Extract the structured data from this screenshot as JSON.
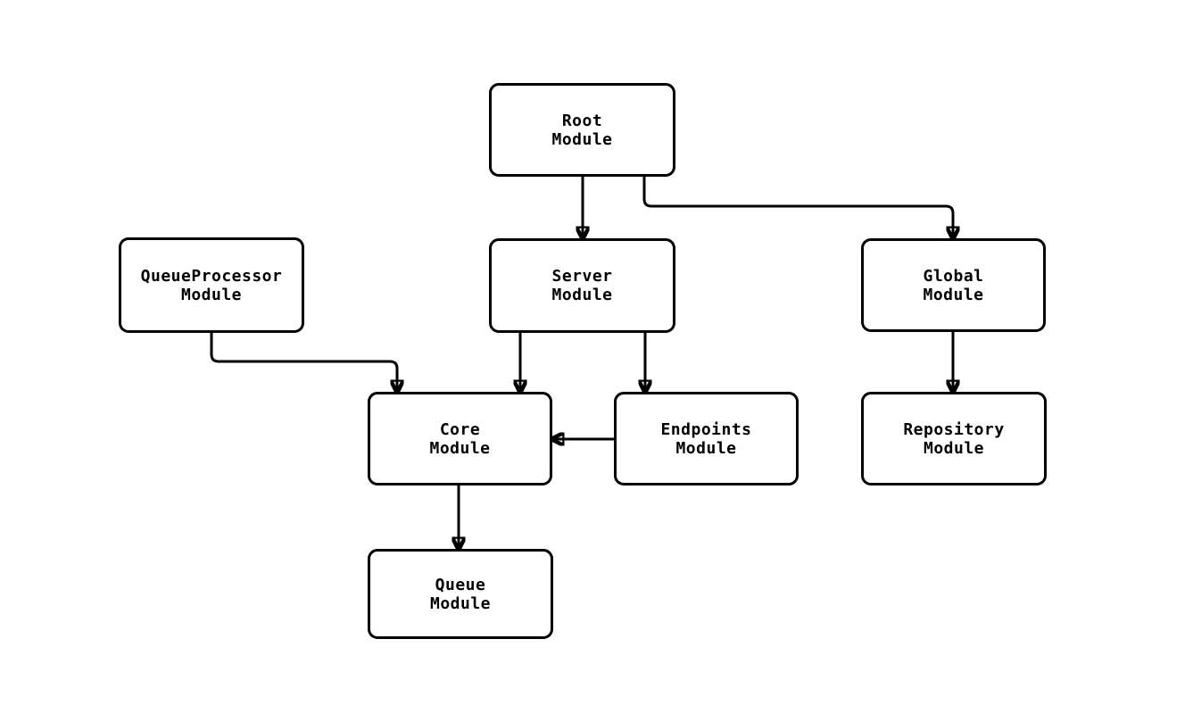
{
  "diagram": {
    "background_color": "#ffffff",
    "stroke_color": "#000000",
    "node_fill_color": "#ffffff",
    "nodes": [
      {
        "id": "root",
        "line1": "Root",
        "line2": "Module"
      },
      {
        "id": "queueprocessor",
        "line1": "QueueProcessor",
        "line2": "Module"
      },
      {
        "id": "server",
        "line1": "Server",
        "line2": "Module"
      },
      {
        "id": "global",
        "line1": "Global",
        "line2": "Module"
      },
      {
        "id": "core",
        "line1": "Core",
        "line2": "Module"
      },
      {
        "id": "endpoints",
        "line1": "Endpoints",
        "line2": "Module"
      },
      {
        "id": "repository",
        "line1": "Repository",
        "line2": "Module"
      },
      {
        "id": "queue",
        "line1": "Queue",
        "line2": "Module"
      }
    ],
    "edges": [
      {
        "from": "Root Module",
        "to": "Server Module"
      },
      {
        "from": "Root Module",
        "to": "Global Module"
      },
      {
        "from": "QueueProcessor Module",
        "to": "Core Module"
      },
      {
        "from": "Server Module",
        "to": "Core Module"
      },
      {
        "from": "Server Module",
        "to": "Endpoints Module"
      },
      {
        "from": "Endpoints Module",
        "to": "Core Module"
      },
      {
        "from": "Global Module",
        "to": "Repository Module"
      },
      {
        "from": "Core Module",
        "to": "Queue Module"
      }
    ]
  }
}
